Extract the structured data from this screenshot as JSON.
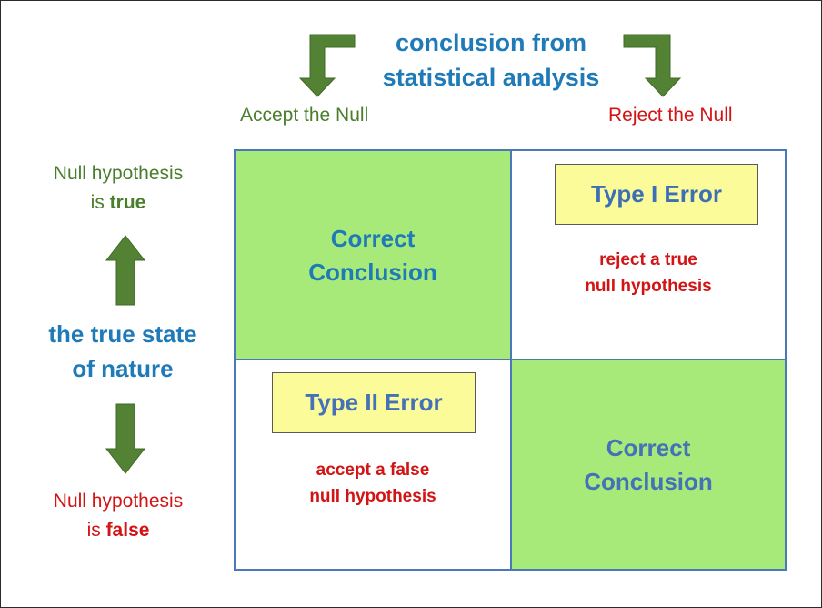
{
  "header": {
    "title_line1": "conclusion from",
    "title_line2": "statistical analysis",
    "accept_label": "Accept the Null",
    "reject_label": "Reject the Null"
  },
  "rows": {
    "true_line1": "Null hypothesis",
    "true_prefix": "is ",
    "true_bold": "true",
    "false_line1": "Null hypothesis",
    "false_prefix": "is ",
    "false_bold": "false",
    "state_line1": "the true state",
    "state_line2": "of nature"
  },
  "cells": {
    "top_left": {
      "line1": "Correct",
      "line2": "Conclusion"
    },
    "top_right": {
      "error_title": "Type I Error",
      "desc_line1": "reject a true",
      "desc_line2": "null hypothesis"
    },
    "bottom_left": {
      "error_title": "Type II Error",
      "desc_line1": "accept a false",
      "desc_line2": "null hypothesis"
    },
    "bottom_right": {
      "line1": "Correct",
      "line2": "Conclusion"
    }
  },
  "colors": {
    "green_arrow": "#548235",
    "green_fill": "#a7ea79",
    "blue_text": "#1f7ab8",
    "red_text": "#d21414",
    "yellow_box": "#fbfb9a",
    "grid_border": "#4a79b8"
  }
}
